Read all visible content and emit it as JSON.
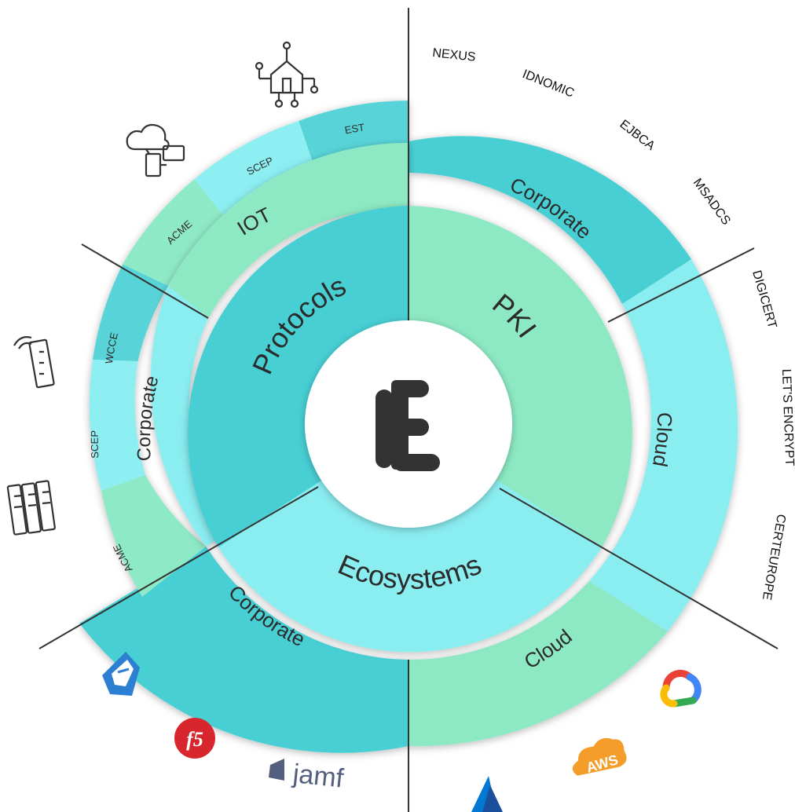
{
  "center": {
    "logo": "E"
  },
  "inner_ring": {
    "protocols": "Protocols",
    "pki": "PKI",
    "ecosystems": "Ecosystems"
  },
  "middle_ring": {
    "protocols_iot": "IOT",
    "protocols_corporate": "Corporate",
    "pki_corporate": "Corporate",
    "pki_cloud": "Cloud",
    "ecosystems_corporate": "Corporate",
    "ecosystems_cloud": "Cloud"
  },
  "outer_ring": {
    "iot_acme": "ACME",
    "iot_scep": "SCEP",
    "iot_est": "EST",
    "corp_wcce": "WCCE",
    "corp_scep": "SCEP",
    "corp_acme": "ACME"
  },
  "pki_vendors": {
    "corporate": [
      "NEXUS",
      "IDNOMIC",
      "EJBCA",
      "MSADCS"
    ],
    "cloud": [
      "DIGICERT",
      "LET'S ENCRYPT",
      "CERTEUROPE"
    ]
  },
  "ecosystem_logos": {
    "jamf_text": "jamf",
    "aws_text": "AWS",
    "f5_text": "f5"
  },
  "icons": [
    "iot-circuit-house-icon",
    "cloud-devices-icon",
    "wifi-router-icon",
    "server-rack-icon",
    "intune-icon",
    "f5-logo-icon",
    "jamf-logo-icon",
    "azure-logo-icon",
    "aws-logo-icon",
    "google-cloud-logo-icon"
  ],
  "colors": {
    "teal_dark": "#47cfd4",
    "teal_light": "#8aedf0",
    "mint": "#8de9c4",
    "outer_est": "#58d4d8",
    "outer_scep": "#8deff2",
    "outer_acme": "#8ee9c6",
    "logo": "#333333",
    "divider": "#333333"
  }
}
